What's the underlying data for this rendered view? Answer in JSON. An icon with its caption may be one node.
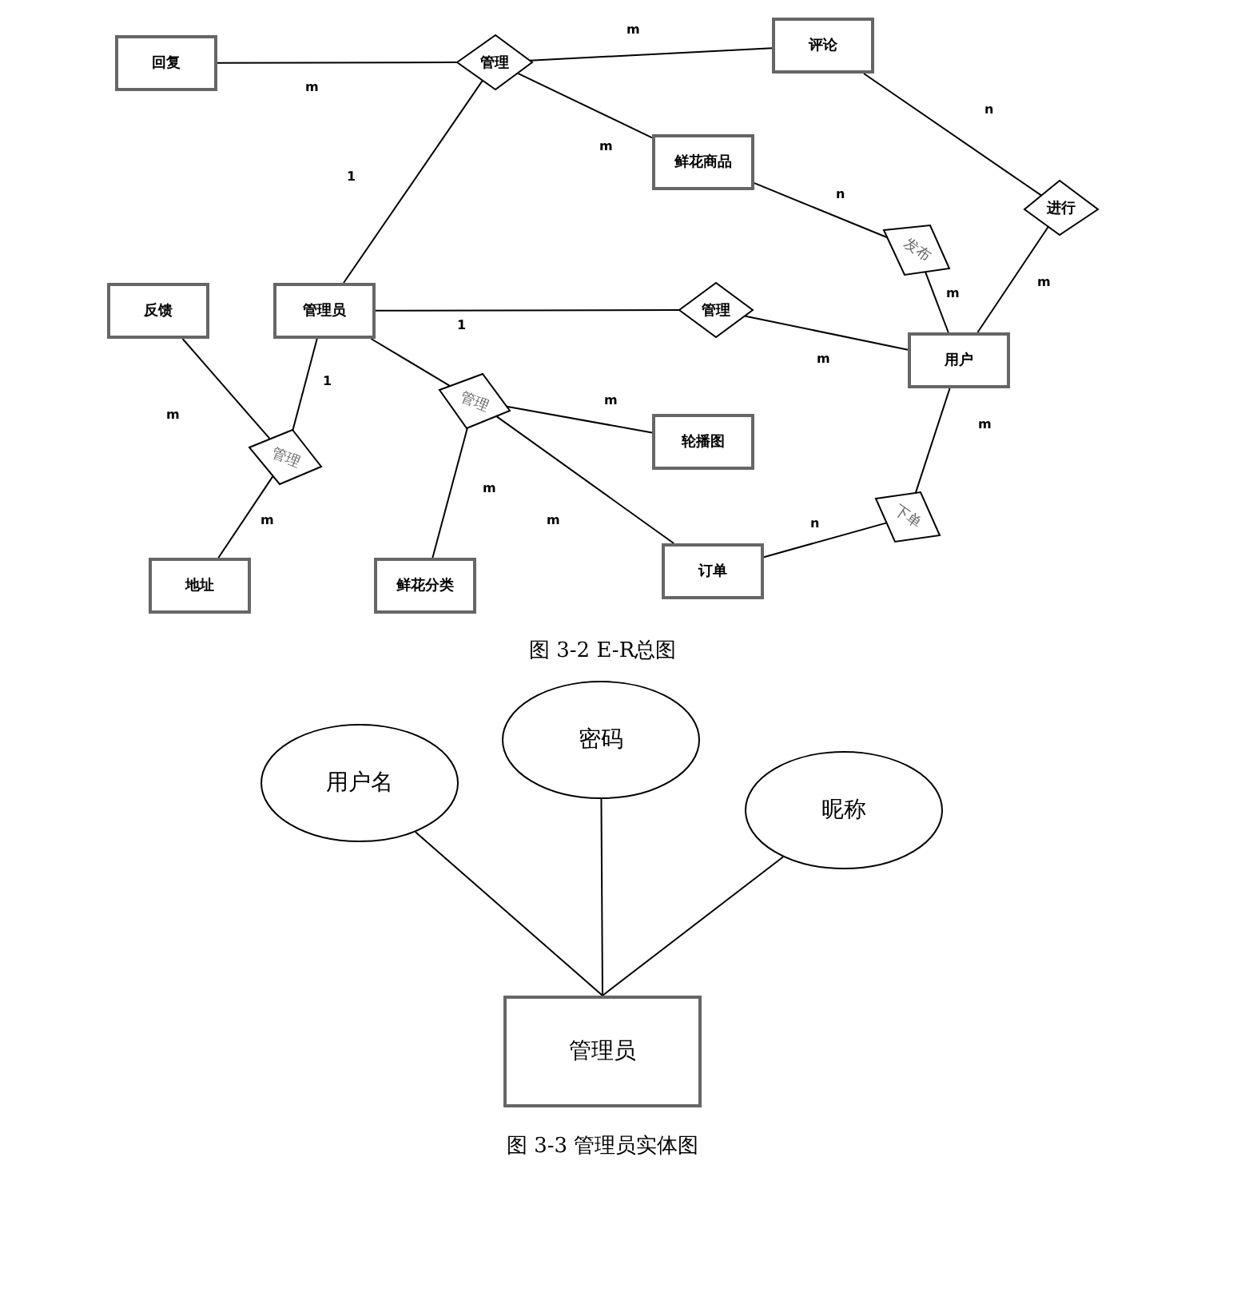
{
  "diagram": {
    "nodes": [
      {
        "text": [
          "回复"
        ]
      },
      {
        "text": [
          "管理"
        ]
      },
      {
        "text": [
          "评论"
        ]
      },
      {
        "text": [
          "鲜花商品"
        ]
      },
      {
        "text": [
          "进行"
        ]
      },
      {
        "text": [
          "发布"
        ]
      },
      {
        "text": [
          "反馈"
        ]
      },
      {
        "text": [
          "管理员"
        ]
      },
      {
        "text": [
          "管理"
        ]
      },
      {
        "text": [
          "用户"
        ]
      },
      {
        "text": [
          "管理"
        ]
      },
      {
        "text": [
          "管理"
        ]
      },
      {
        "text": [
          "轮播图"
        ]
      },
      {
        "text": [
          "地址"
        ]
      },
      {
        "text": [
          "鲜花分类"
        ]
      },
      {
        "text": [
          "订单"
        ]
      },
      {
        "text": [
          "下单"
        ]
      },
      {
        "text": [
          "用户名"
        ]
      },
      {
        "text": [
          "密码"
        ]
      },
      {
        "text": [
          "昵称"
        ]
      },
      {
        "text": [
          "管理员"
        ]
      }
    ],
    "edges": [
      {
        "from": 0,
        "to": 1,
        "arrow": "none",
        "label": "m"
      },
      {
        "from": 1,
        "to": 2,
        "arrow": "none",
        "label": "m"
      },
      {
        "from": 1,
        "to": 3,
        "arrow": "none",
        "label": "m"
      },
      {
        "from": 7,
        "to": 1,
        "arrow": "none",
        "label": "1"
      },
      {
        "from": 2,
        "to": 4,
        "arrow": "none",
        "label": "n"
      },
      {
        "from": 4,
        "to": 9,
        "arrow": "none",
        "label": "m"
      },
      {
        "from": 3,
        "to": 5,
        "arrow": "none",
        "label": "n"
      },
      {
        "from": 5,
        "to": 9,
        "arrow": "none",
        "label": "m"
      },
      {
        "from": 7,
        "to": 8,
        "arrow": "none",
        "label": "1"
      },
      {
        "from": 8,
        "to": 9,
        "arrow": "none",
        "label": "m"
      },
      {
        "from": 6,
        "to": 10,
        "arrow": "none",
        "label": "m"
      },
      {
        "from": 7,
        "to": 10,
        "arrow": "none",
        "label": "1"
      },
      {
        "from": 10,
        "to": 13,
        "arrow": "none",
        "label": "m"
      },
      {
        "from": 7,
        "to": 11,
        "arrow": "none"
      },
      {
        "from": 11,
        "to": 12,
        "arrow": "none",
        "label": "m"
      },
      {
        "from": 11,
        "to": 14,
        "arrow": "none",
        "label": "m"
      },
      {
        "from": 11,
        "to": 15,
        "arrow": "none",
        "label": "m"
      },
      {
        "from": 9,
        "to": 16,
        "arrow": "none",
        "label": "m"
      },
      {
        "from": 16,
        "to": 15,
        "arrow": "none",
        "label": "n"
      },
      {
        "from": 17,
        "to": 20,
        "arrow": "none"
      },
      {
        "from": 18,
        "to": 20,
        "arrow": "none"
      },
      {
        "from": 19,
        "to": 20,
        "arrow": "none"
      }
    ],
    "labels": [
      "图 3-2 E-R总图",
      "图 3-3 管理员实体图"
    ]
  }
}
